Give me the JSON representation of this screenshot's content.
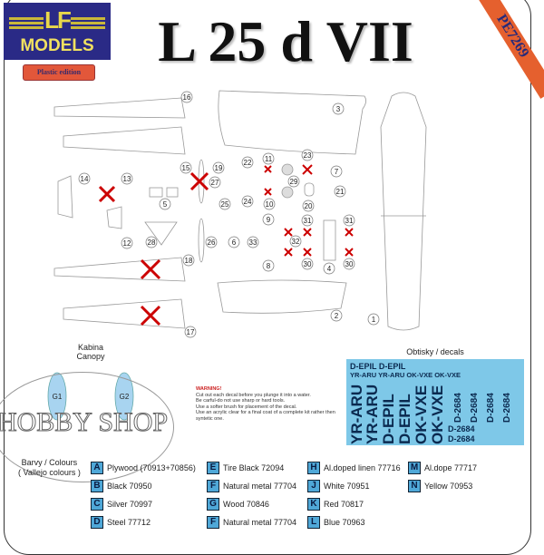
{
  "brand": {
    "logo_letters": "LF",
    "logo_name": "MODELS",
    "edition": "Plastic edition"
  },
  "title": "L 25 d VII",
  "kit_code": "PE7269",
  "parts": {
    "labels": [
      "16",
      "3",
      "22",
      "11",
      "23",
      "7",
      "14",
      "13",
      "15",
      "19",
      "27",
      "29",
      "21",
      "5",
      "25",
      "24",
      "10",
      "20",
      "12",
      "28",
      "9",
      "31",
      "31",
      "26",
      "6",
      "33",
      "32",
      "8",
      "30",
      "30",
      "4",
      "18",
      "2",
      "17",
      "1"
    ]
  },
  "canopy": {
    "title_cz": "Kabina",
    "title_en": "Canopy",
    "labels": [
      "G1",
      "G2"
    ]
  },
  "warning": {
    "title": "WARNING!",
    "lines": [
      "Cut out each decal before you plunge it into a water.",
      "Be carful-do not use sharp or hard tools.",
      "Use a softer brush for placement of the decal.",
      "Use an acrylic clear for a final coat of a complete kit rather then syntetic one."
    ]
  },
  "decals": {
    "title": "Obtisky / decals",
    "top_row1": "D-EPIL D-EPIL",
    "top_row2": "YR-ARU YR-ARU OK-VXE OK-VXE",
    "large": [
      "YR-ARU",
      "YR-ARU",
      "D-EPIL",
      "D-EPIL",
      "OK-VXE",
      "OK-VXE"
    ],
    "small": [
      "D-2684",
      "D-2684",
      "D-2684",
      "D-2684"
    ],
    "bottom": [
      "D-2684",
      "D-2684"
    ],
    "color_bg": "#7ec8e8"
  },
  "watermark": "HOBBY SHOP",
  "colours": {
    "heading_1": "Barvy / Colours",
    "heading_2": "( Vallejo colours )",
    "accent": "#4fa8d8",
    "columns": [
      [
        {
          "code": "A",
          "name": "Plywood (70913+70856)"
        },
        {
          "code": "B",
          "name": "Black 70950"
        },
        {
          "code": "C",
          "name": "Silver 70997"
        },
        {
          "code": "D",
          "name": "Steel 77712"
        }
      ],
      [
        {
          "code": "E",
          "name": "Tire Black 72094"
        },
        {
          "code": "F",
          "name": "Natural metal 77704"
        },
        {
          "code": "G",
          "name": "Wood 70846"
        },
        {
          "code": "F",
          "name": "Natural metal 77704"
        }
      ],
      [
        {
          "code": "H",
          "name": "Al.doped linen 77716"
        },
        {
          "code": "J",
          "name": "White 70951"
        },
        {
          "code": "K",
          "name": "Red  70817"
        },
        {
          "code": "L",
          "name": "Blue 70963"
        }
      ],
      [
        {
          "code": "M",
          "name": "Al.dope 77717"
        },
        {
          "code": "N",
          "name": "Yellow 70953"
        }
      ]
    ]
  }
}
